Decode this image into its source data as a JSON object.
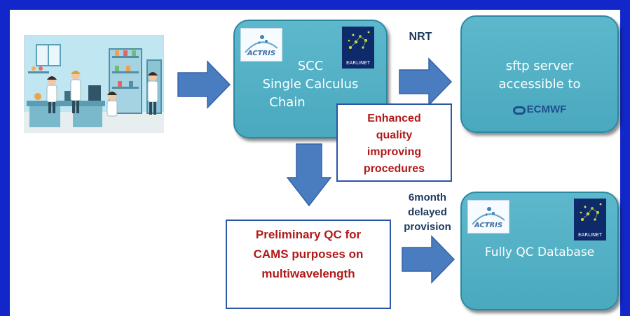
{
  "scc_box": {
    "line1": "SCC",
    "line2": "Single Calculus",
    "line3": "Chain"
  },
  "sftp_box": {
    "line1": "sftp server",
    "line2": "accessible to",
    "ecmwf": "ECMWF"
  },
  "fully_qc_box": {
    "label": "Fully QC Database"
  },
  "enhanced_box": {
    "line1": "Enhanced",
    "line2": "quality",
    "line3": "improving",
    "line4": "procedures"
  },
  "preliminary_box": {
    "line1": "Preliminary QC for",
    "line2": "CAMS purposes on",
    "line3": "multiwavelength"
  },
  "nrt_label": "NRT",
  "delayed_label": {
    "line1": "6month",
    "line2": "delayed",
    "line3": "provision"
  },
  "logos": {
    "actris": "ACTRIS",
    "earlinet": "EARLINET"
  },
  "colors": {
    "frame": "#1326c9",
    "box": "#4aa9bf",
    "arrow": "#4a7cc0",
    "red_text": "#b21a1a"
  }
}
